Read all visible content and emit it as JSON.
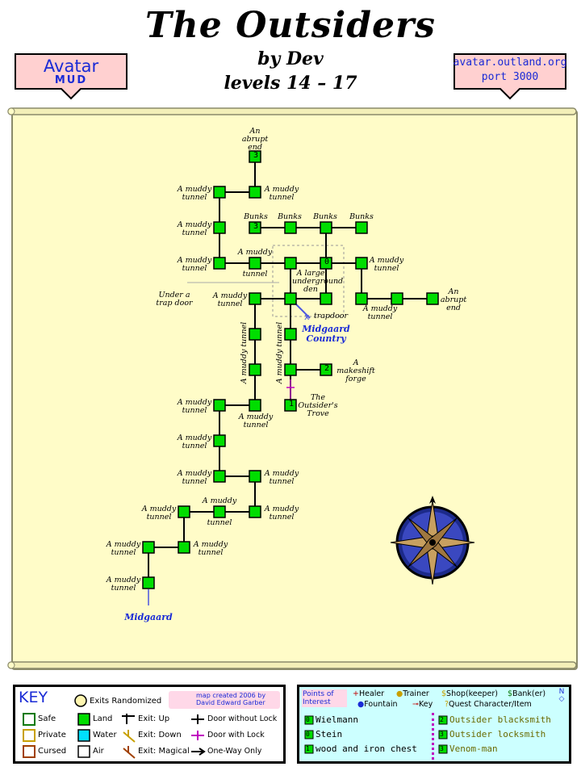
{
  "header": {
    "title": "The Outsiders",
    "author": "by Dev",
    "levels": "levels 14 – 17",
    "left_badge": {
      "line1": "Avatar",
      "line2": "MUD"
    },
    "right_badge": {
      "line1": "avatar.outland.org",
      "line2": "port 3000"
    }
  },
  "map": {
    "labels": {
      "abrupt_end_top": "An abrupt end",
      "abrupt_end_right": "An abrupt end",
      "muddy_tunnel": "A muddy tunnel",
      "a_muddy": "A muddy",
      "tunnel": "tunnel",
      "bunks": "Bunks",
      "large_den": "A large underground den",
      "trap_door": "Under a trap door",
      "trapdoor": "trapdoor",
      "makeshift_forge": "A makeshift forge",
      "outsiders_trove": "The Outsider's Trove",
      "midgaard_country": "Midgaard Country",
      "midgaard": "Midgaard"
    },
    "room_numbers": {
      "abrupt_end": "3",
      "bunks": "3",
      "den": "0",
      "forge": "2",
      "trove": "1"
    }
  },
  "key": {
    "title": "KEY",
    "exits_randomized": "Exits Randomized",
    "credit": "map created 2006 by David Edward Garber",
    "items": [
      {
        "label": "Safe"
      },
      {
        "label": "Private"
      },
      {
        "label": "Cursed"
      },
      {
        "label": "Land"
      },
      {
        "label": "Water"
      },
      {
        "label": "Air"
      },
      {
        "label": "Exit: Up"
      },
      {
        "label": "Exit: Down"
      },
      {
        "label": "Exit: Magical"
      },
      {
        "label": "Door without Lock"
      },
      {
        "label": "Door with Lock"
      },
      {
        "label": "One-Way Only"
      }
    ]
  },
  "poi": {
    "title": "Points of Interest",
    "legend": [
      "Healer",
      "Trainer",
      "Shop(keeper)",
      "Bank(er)",
      "Fountain",
      "Key",
      "Quest Character/Item"
    ],
    "left_items": [
      {
        "num": "0",
        "name": "Wielmann"
      },
      {
        "num": "0",
        "name": "Stein"
      },
      {
        "num": "1",
        "name": "wood and iron chest"
      }
    ],
    "right_items": [
      {
        "num": "2",
        "name": "Outsider blacksmith"
      },
      {
        "num": "3",
        "name": "Outsider locksmith"
      },
      {
        "num": "3",
        "name": "Venom-man"
      }
    ]
  },
  "colors": {
    "land": "#00dd00",
    "parchment": "#fffcc8",
    "badge_bg": "#ffd0d0",
    "link": "#1a2bd6"
  }
}
